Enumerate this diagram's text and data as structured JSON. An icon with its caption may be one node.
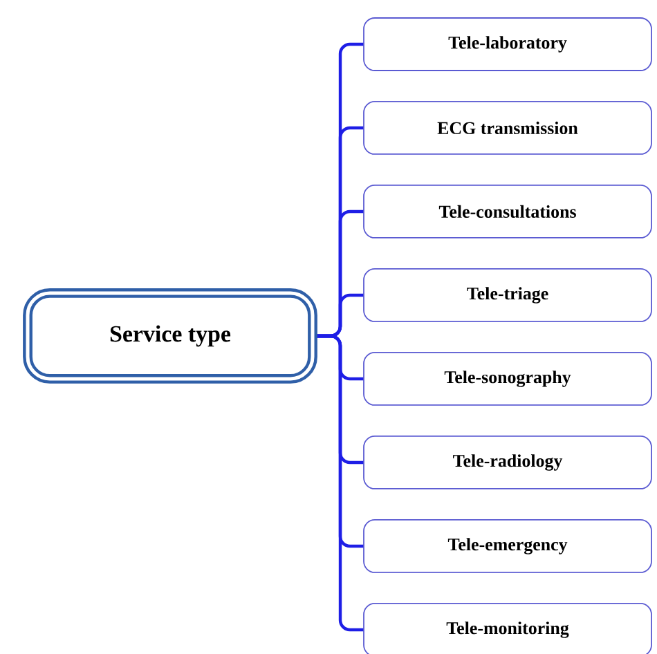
{
  "diagram": {
    "nodes": [
      {
        "text": [
          "Service type"
        ]
      },
      {
        "text": [
          "Tele-laboratory"
        ]
      },
      {
        "text": [
          "ECG transmission"
        ]
      },
      {
        "text": [
          "Tele-consultations"
        ]
      },
      {
        "text": [
          "Tele-triage"
        ]
      },
      {
        "text": [
          "Tele-sonography"
        ]
      },
      {
        "text": [
          "Tele-radiology"
        ]
      },
      {
        "text": [
          "Tele-emergency"
        ]
      },
      {
        "text": [
          "Tele-monitoring"
        ]
      }
    ],
    "edges": [
      {
        "from": 0,
        "to": 1,
        "arrow": "none"
      },
      {
        "from": 0,
        "to": 2,
        "arrow": "none"
      },
      {
        "from": 0,
        "to": 3,
        "arrow": "none"
      },
      {
        "from": 0,
        "to": 4,
        "arrow": "none"
      },
      {
        "from": 0,
        "to": 5,
        "arrow": "none"
      },
      {
        "from": 0,
        "to": 6,
        "arrow": "none"
      },
      {
        "from": 0,
        "to": 7,
        "arrow": "none"
      },
      {
        "from": 0,
        "to": 8,
        "arrow": "none"
      }
    ]
  }
}
